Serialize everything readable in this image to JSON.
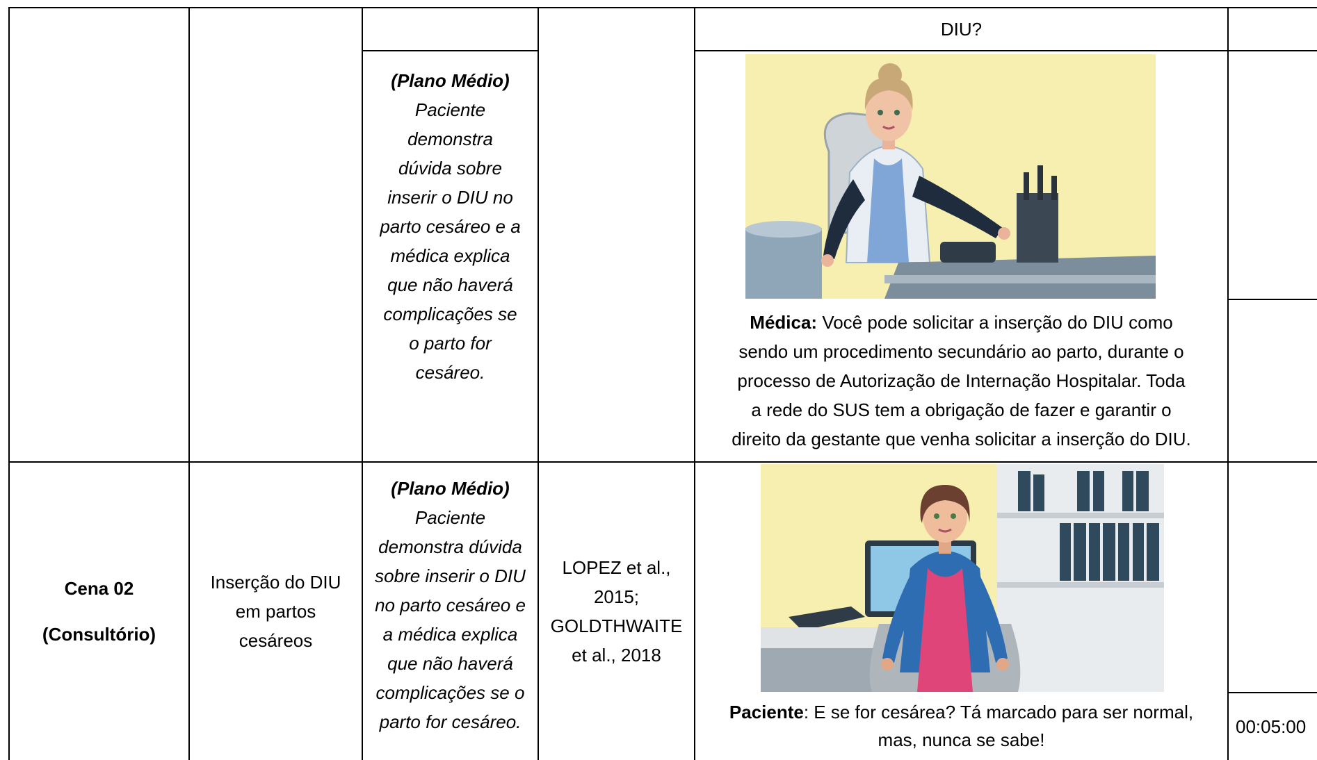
{
  "row1": {
    "dialogue_tail": "DIU?"
  },
  "row2": {
    "plan": {
      "title": "(Plano Médio)",
      "lines": [
        "Paciente",
        "demonstra",
        "dúvida sobre",
        "inserir o DIU no",
        "parto cesáreo e a",
        "médica explica",
        "que não haverá",
        "complicações se",
        "o parto for",
        "cesáreo."
      ]
    },
    "illustration": "doctor-at-desk-illustration",
    "dialogue": {
      "speaker": "Médica:",
      "lines": [
        " Você pode solicitar a inserção do DIU como",
        "sendo um procedimento secundário ao parto, durante o",
        "processo de Autorização de Internação Hospitalar. Toda",
        "a rede do SUS tem a obrigação de fazer e garantir o",
        "direito da gestante que venha solicitar a inserção do DIU."
      ]
    }
  },
  "row3": {
    "scene": {
      "title": "Cena 02",
      "place": "(Consultório)"
    },
    "topic": {
      "lines": [
        "Inserção do DIU",
        "em partos",
        "cesáreos"
      ]
    },
    "plan": {
      "title": "(Plano Médio)",
      "lines": [
        "Paciente",
        "demonstra dúvida",
        "sobre inserir o DIU",
        "no parto cesáreo e",
        "a médica explica",
        "que não haverá",
        "complicações se o",
        "parto for cesáreo."
      ]
    },
    "references": {
      "lines": [
        "LOPEZ et al.,",
        "2015;",
        "GOLDTHWAITE",
        "et al., 2018"
      ]
    },
    "illustration": "patient-in-office-illustration",
    "dialogue": {
      "speaker": "Paciente",
      "lines": [
        ": E se for cesárea? Tá marcado para ser normal,",
        "mas, nunca se sabe!"
      ]
    },
    "duration": "00:05:00"
  },
  "colors": {
    "wall_yellow": "#f7efb0",
    "doctor_coat": "#dfe8f2",
    "patient_dress": "#e0457a",
    "patient_jacket": "#2f6db3"
  }
}
